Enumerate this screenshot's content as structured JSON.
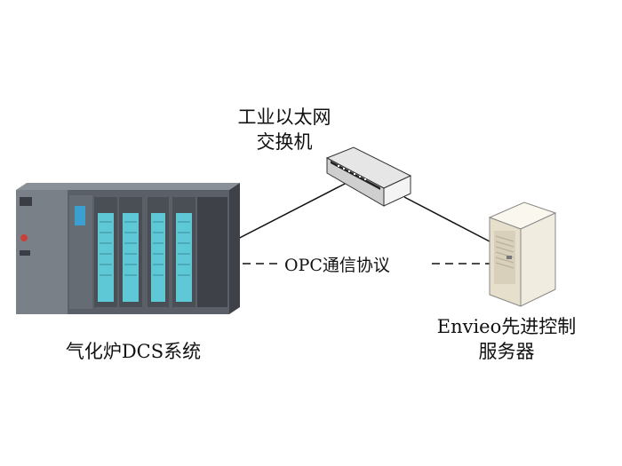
{
  "switch": {
    "line1": "工业以太网",
    "line2": "交换机"
  },
  "dcs": {
    "label": "气化炉DCS系统"
  },
  "server": {
    "line1": "Envieo先进控制",
    "line2": "服务器"
  },
  "link": {
    "label": "OPC通信协议"
  },
  "colors": {
    "line": "#111111",
    "dcs_body": "#6d737b",
    "dcs_module": "#5fc8d6",
    "server_body": "#f1ece0"
  }
}
